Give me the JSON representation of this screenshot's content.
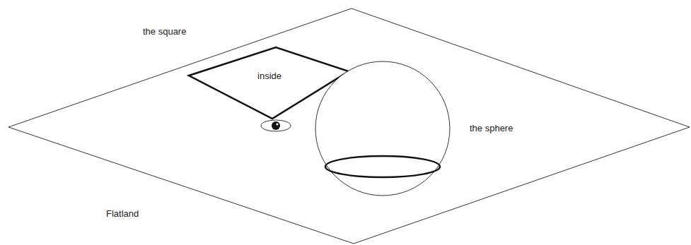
{
  "diagram": {
    "nodes": [
      {
        "text": [
          "inside"
        ]
      },
      {
        "text": [
          "the sphere"
        ]
      }
    ],
    "labels": [
      "the square",
      "Flatland"
    ]
  }
}
